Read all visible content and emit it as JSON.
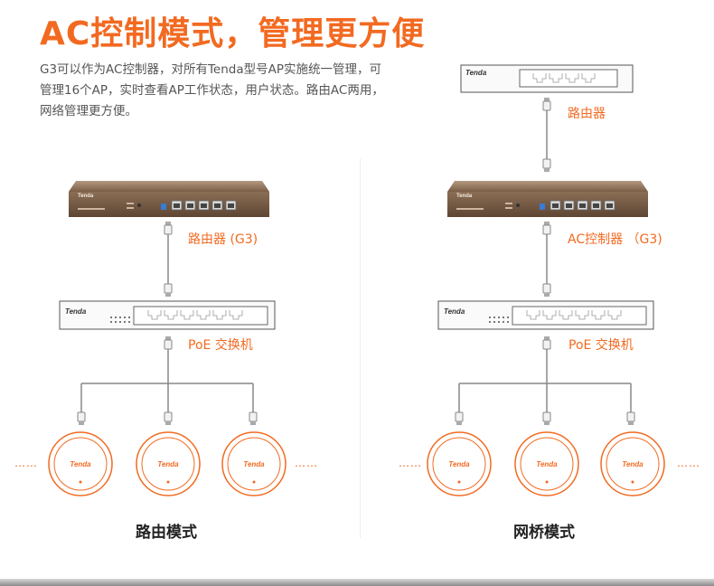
{
  "title": "AC控制模式，管理更方便",
  "description": {
    "line1": "G3可以作为AC控制器，对所有Tenda型号AP实施统一管理，可",
    "line2": "管理16个AP，实时查看AP工作状态，用户状态。路由AC两用，",
    "line3": "网络管理更方便。"
  },
  "left_diagram": {
    "router_label": "路由器 (G3)",
    "switch_label": "PoE 交换机",
    "mode_label": "路由模式",
    "dots_left": "……",
    "dots_right": "……"
  },
  "right_diagram": {
    "top_router_label": "路由器",
    "ac_label": "AC控制器 （G3)",
    "switch_label": "PoE 交换机",
    "mode_label": "网桥模式",
    "dots_left": "……",
    "dots_right": "……"
  },
  "brand": "Tenda",
  "colors": {
    "accent": "#f26a21",
    "device_brown": "#7a5d45",
    "ap_ring": "#f26a21"
  }
}
